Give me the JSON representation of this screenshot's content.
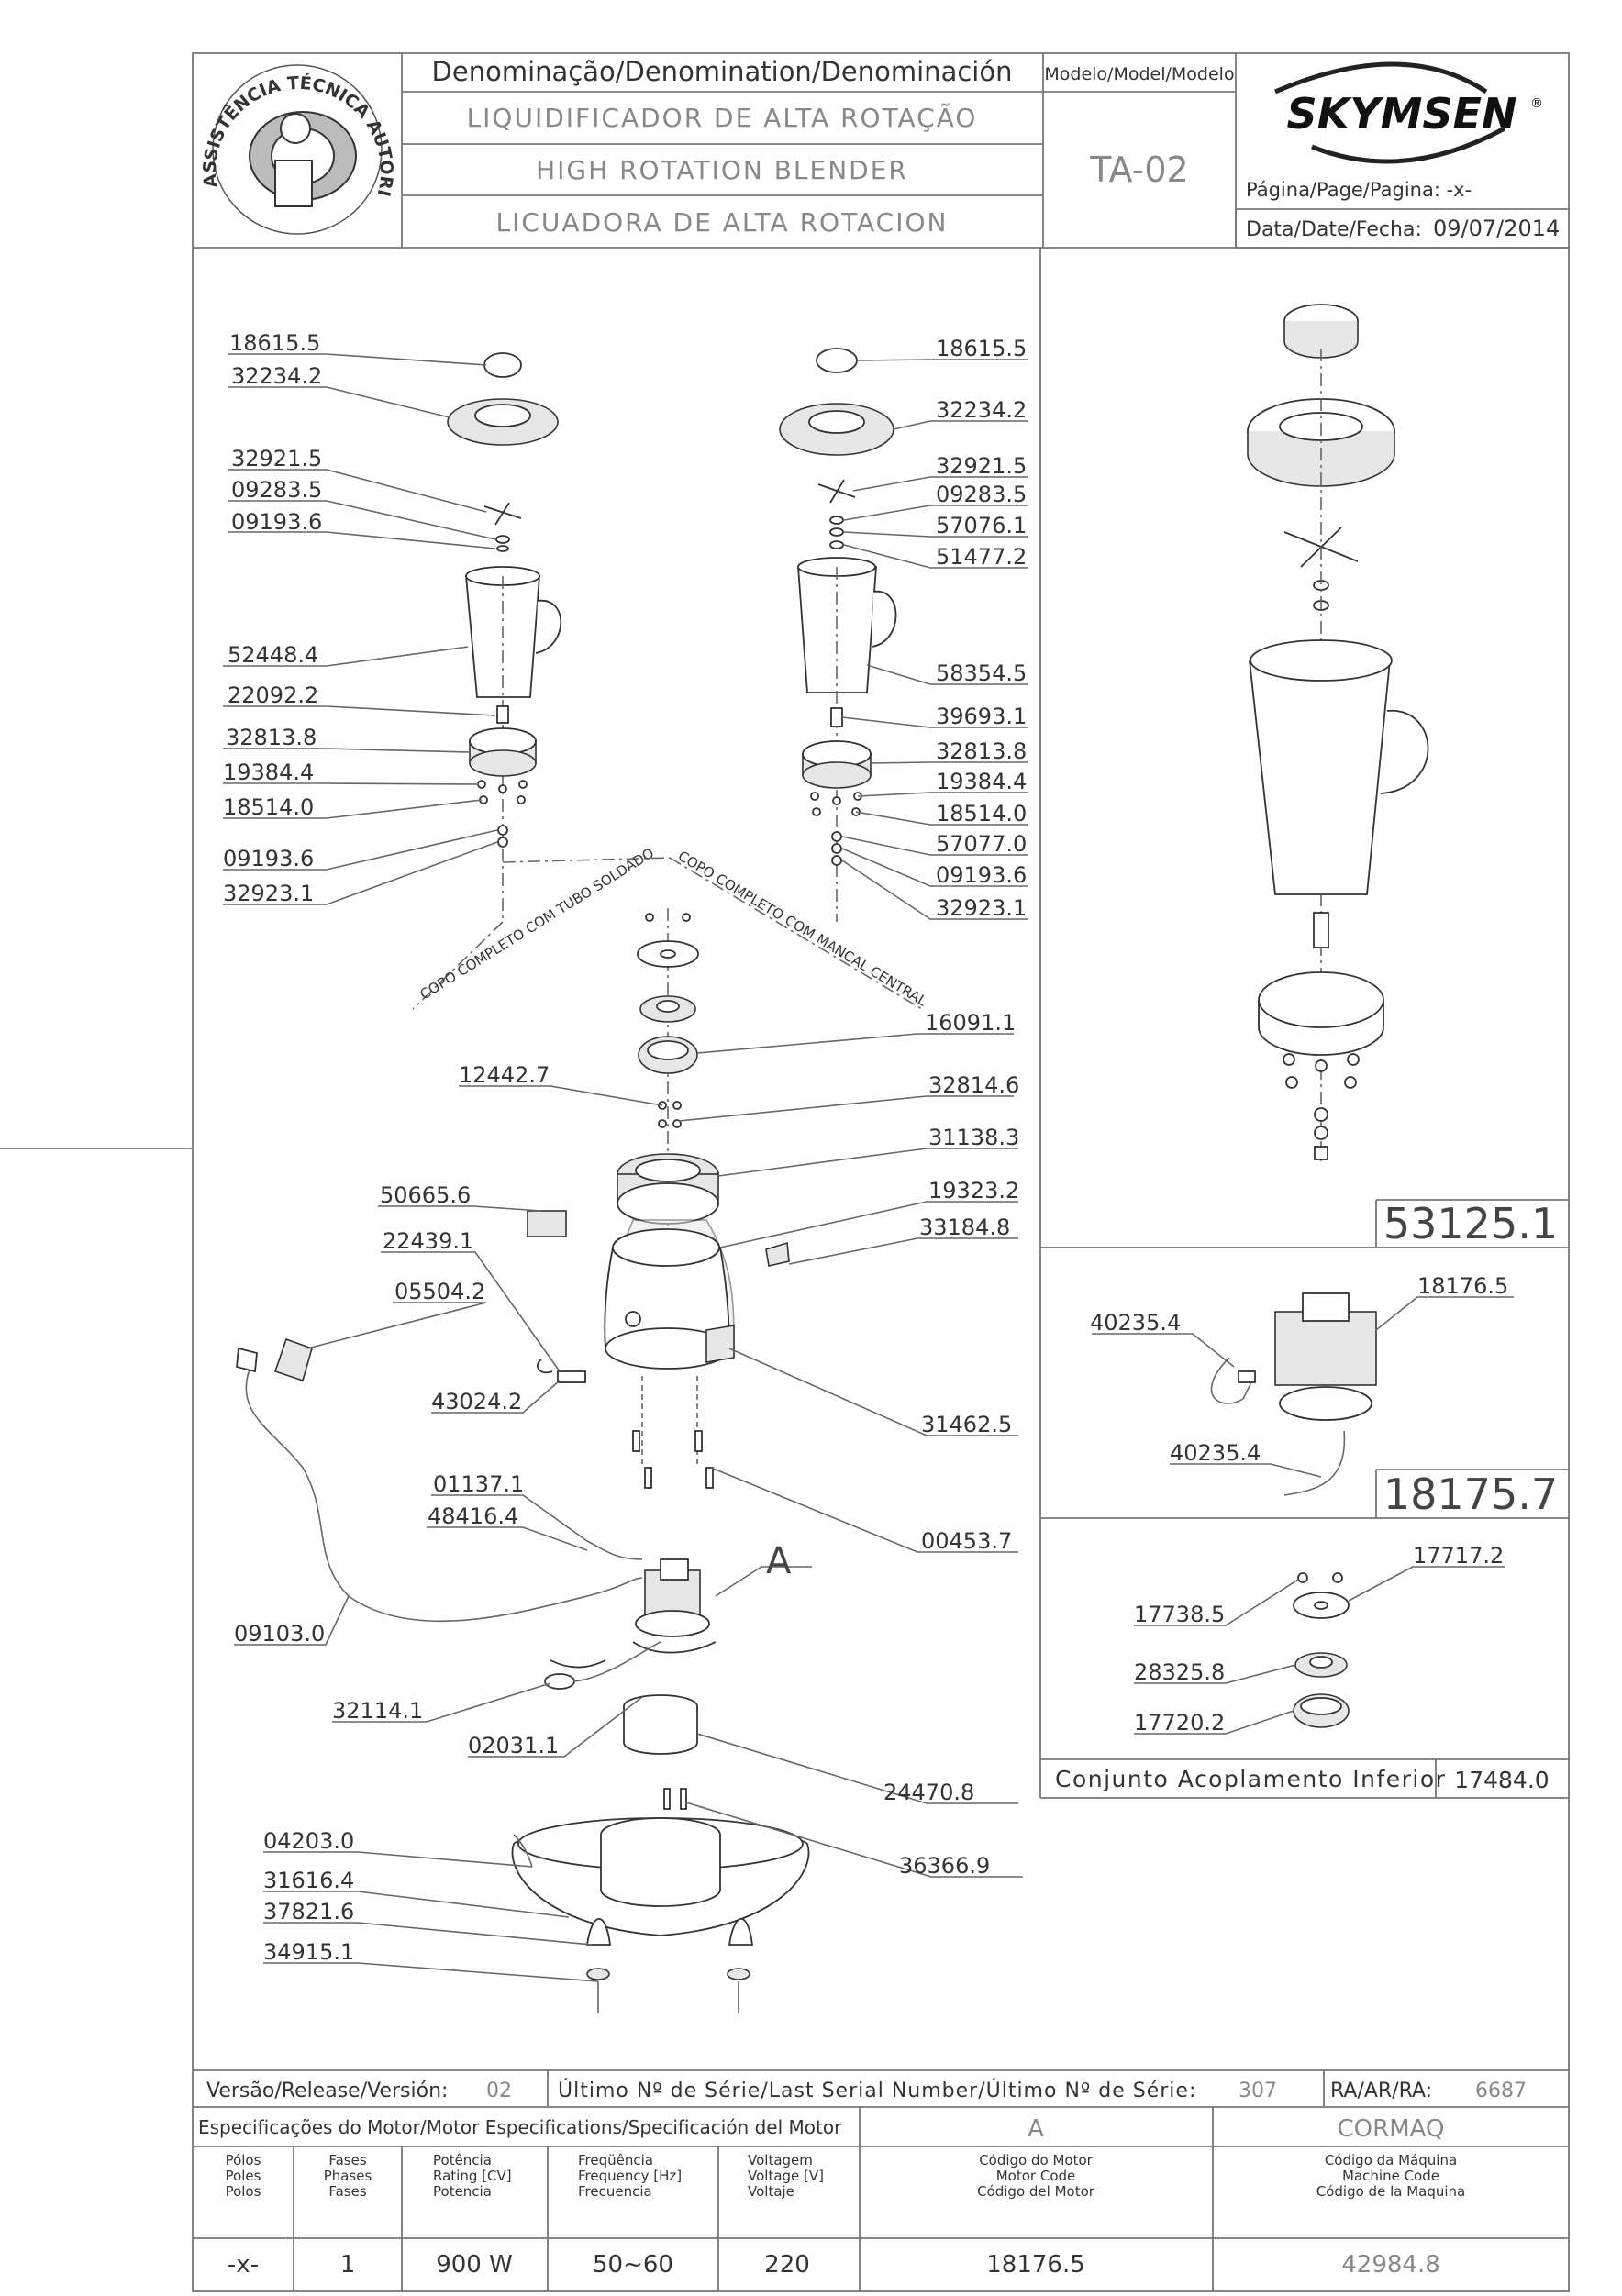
{
  "header": {
    "seal_text": "ASSISTÊNCIA TÉCNICA AUTORIZADA",
    "denomination_label": "Denominação/Denomination/Denominación",
    "name_pt": "LIQUIDIFICADOR DE ALTA ROTAÇÃO",
    "name_en": "HIGH ROTATION BLENDER",
    "name_es": "LICUADORA DE ALTA ROTACION",
    "model_label": "Modelo/Model/Modelo",
    "model_value": "TA-02",
    "brand": "SKYMSEN",
    "brand_mark": "®",
    "page_label": "Página/Page/Pagina: -x-",
    "date_label": "Data/Date/Fecha:",
    "date_value": "09/07/2014"
  },
  "diagram": {
    "left_cup_labels": [
      "18615.5",
      "32234.2",
      "32921.5",
      "09283.5",
      "09193.6",
      "52448.4",
      "22092.2",
      "32813.8",
      "19384.4",
      "18514.0",
      "09193.6",
      "32923.1"
    ],
    "right_cup_labels": [
      "18615.5",
      "32234.2",
      "32921.5",
      "09283.5",
      "57076.1",
      "51477.2",
      "58354.5",
      "39693.1",
      "32813.8",
      "19384.4",
      "18514.0",
      "57077.0",
      "09193.6",
      "32923.1"
    ],
    "caption_left": "COPO COMPLETO COM TUBO SOLDADO",
    "caption_right": "COPO COMPLETO COM MANCAL CENTRAL",
    "base_labels": [
      "16091.1",
      "12442.7",
      "32814.6",
      "31138.3",
      "19323.2",
      "50665.6",
      "33184.8",
      "22439.1",
      "05504.2",
      "43024.2",
      "31462.5",
      "01137.1",
      "48416.4",
      "00453.7",
      "09103.0",
      "32114.1",
      "02031.1",
      "24470.8",
      "04203.0",
      "31616.4",
      "37821.6",
      "34915.1",
      "36366.9"
    ],
    "motor_callout": "A",
    "panel_cup_assembly": "53125.1",
    "motor_panel_labels": [
      "40235.4",
      "18176.5",
      "40235.4"
    ],
    "panel_motor_assembly": "18175.7",
    "coupling_labels": [
      "17717.2",
      "17738.5",
      "28325.8",
      "17720.2"
    ],
    "coupling_title": "Conjunto Acoplamento Inferior",
    "coupling_code": "17484.0"
  },
  "footer": {
    "version_label": "Versão/Release/Versión:",
    "version_value": "02",
    "serial_label": "Último Nº de Série/Last Serial Number/Último Nº de Série:",
    "serial_value": "307",
    "ra_label": "RA/AR/RA:",
    "ra_value": "6687",
    "motor_spec_label": "Especificações do Motor/Motor Especifications/Specificación del Motor",
    "motor_col_header": "A",
    "machine_col_header": "CORMAQ",
    "columns": [
      {
        "l1": "Pólos",
        "l2": "Poles",
        "l3": "Polos",
        "value": "-x-"
      },
      {
        "l1": "Fases",
        "l2": "Phases",
        "l3": "Fases",
        "value": "1"
      },
      {
        "l1": "Potência",
        "l2": "Rating [CV]",
        "l3": "Potencia",
        "value": "900 W"
      },
      {
        "l1": "Freqüência",
        "l2": "Frequency [Hz]",
        "l3": "Frecuencia",
        "value": "50~60"
      },
      {
        "l1": "Voltagem",
        "l2": "Voltage [V]",
        "l3": "Voltaje",
        "value": "220"
      },
      {
        "l1": "Código do Motor",
        "l2": "Motor Code",
        "l3": "Código del Motor",
        "value": "18176.5"
      },
      {
        "l1": "Código da Máquina",
        "l2": "Machine Code",
        "l3": "Código de la Maquina",
        "value": "42984.8"
      }
    ]
  }
}
